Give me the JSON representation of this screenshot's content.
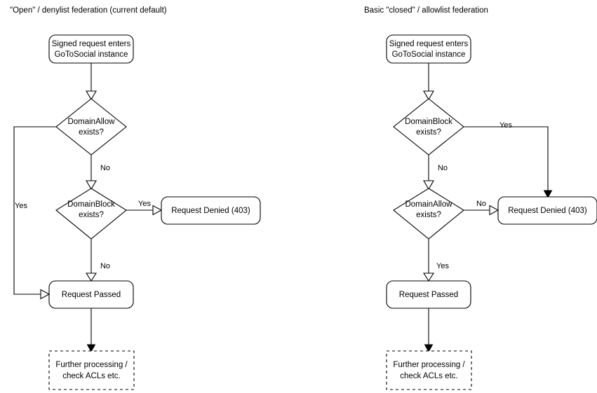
{
  "diagram": {
    "title_left": "\"Open\" / denylist federation (current default)",
    "title_right": "Basic \"closed\" / allowlist federation",
    "stroke_color": "#000000",
    "fill_color": "#ffffff",
    "background": "#ffffff"
  },
  "panels": [
    {
      "id": "open-denylist",
      "title": "\"Open\" / denylist federation (current default)",
      "nodes": {
        "start": "Signed request enters\nGoToSocial instance",
        "start_line1": "Signed request enters",
        "start_line2": "GoToSocial instance",
        "decision1_line1": "DomainAllow",
        "decision1_line2": "exists?",
        "decision2_line1": "DomainBlock",
        "decision2_line2": "exists?",
        "denied": "Request Denied (403)",
        "passed": "Request Passed",
        "further_line1": "Further processing /",
        "further_line2": "check ACLs etc."
      },
      "edge_labels": {
        "decision1_yes": "Yes",
        "decision1_no": "No",
        "decision2_yes": "Yes",
        "decision2_no": "No"
      }
    },
    {
      "id": "closed-allowlist",
      "title": "Basic \"closed\" / allowlist federation",
      "nodes": {
        "start": "Signed request enters\nGoToSocial instance",
        "start_line1": "Signed request enters",
        "start_line2": "GoToSocial instance",
        "decision1_line1": "DomainBlock",
        "decision1_line2": "exists?",
        "decision2_line1": "DomainAllow",
        "decision2_line2": "exists?",
        "denied": "Request Denied (403)",
        "passed": "Request Passed",
        "further_line1": "Further processing /",
        "further_line2": "check ACLs etc."
      },
      "edge_labels": {
        "decision1_yes": "Yes",
        "decision1_no": "No",
        "decision2_no": "No",
        "decision2_yes": "Yes"
      }
    }
  ],
  "chart_data": {
    "type": "diagram",
    "flowcharts": [
      {
        "name": "\"Open\" / denylist federation (current default)",
        "steps": [
          {
            "from": "Signed request enters GoToSocial instance",
            "to": "DomainAllow exists?",
            "label": ""
          },
          {
            "from": "DomainAllow exists?",
            "to": "Request Passed",
            "label": "Yes"
          },
          {
            "from": "DomainAllow exists?",
            "to": "DomainBlock exists?",
            "label": "No"
          },
          {
            "from": "DomainBlock exists?",
            "to": "Request Denied (403)",
            "label": "Yes"
          },
          {
            "from": "DomainBlock exists?",
            "to": "Request Passed",
            "label": "No"
          },
          {
            "from": "Request Passed",
            "to": "Further processing / check ACLs etc.",
            "label": ""
          }
        ]
      },
      {
        "name": "Basic \"closed\" / allowlist federation",
        "steps": [
          {
            "from": "Signed request enters GoToSocial instance",
            "to": "DomainBlock exists?",
            "label": ""
          },
          {
            "from": "DomainBlock exists?",
            "to": "Request Denied (403)",
            "label": "Yes"
          },
          {
            "from": "DomainBlock exists?",
            "to": "DomainAllow exists?",
            "label": "No"
          },
          {
            "from": "DomainAllow exists?",
            "to": "Request Denied (403)",
            "label": "No"
          },
          {
            "from": "DomainAllow exists?",
            "to": "Request Passed",
            "label": "Yes"
          },
          {
            "from": "Request Passed",
            "to": "Further processing / check ACLs etc.",
            "label": ""
          }
        ]
      }
    ]
  }
}
